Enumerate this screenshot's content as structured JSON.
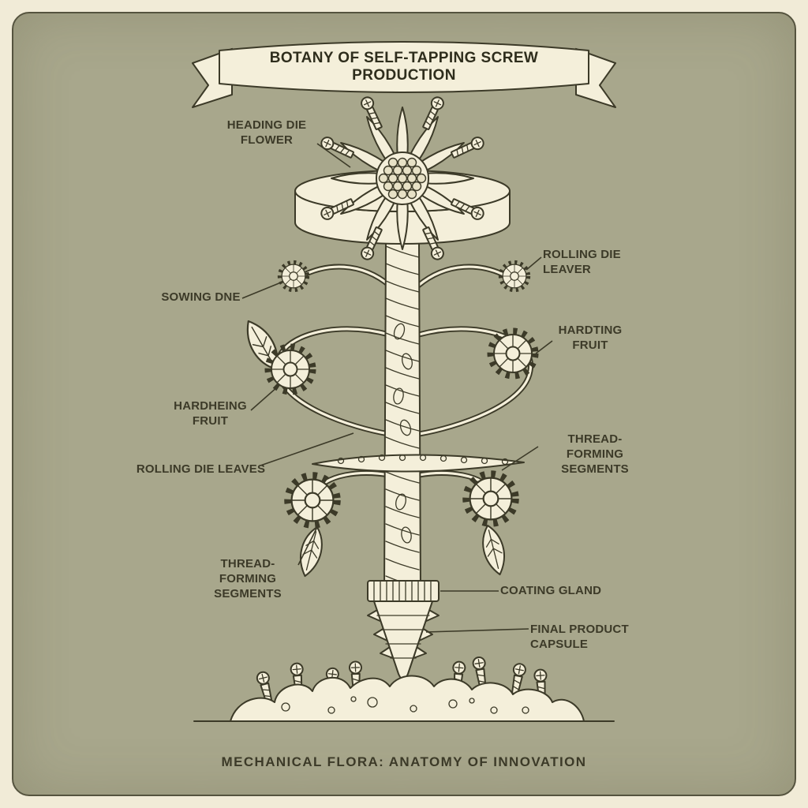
{
  "colors": {
    "bg": "#f1ebd7",
    "panel": "#a8a78c",
    "ink": "#3c3a28",
    "cream": "#f4efda"
  },
  "banner": {
    "title": "BOTANY OF SELF-TAPPING SCREW PRODUCTION"
  },
  "caption": "MECHANICAL FLORA: ANATOMY OF INNOVATION",
  "labels": {
    "heading_die_flower": "HEADING DIE FLOWER",
    "rolling_die_leaver": "ROLLING DIE LEAVER",
    "sowing_dne": "SOWING DNE",
    "hardting_fruit": "HARDTING FRUIT",
    "hardheing_fruit": "HARDHEING FRUIT",
    "rolling_die_leaves": "ROLLING DIE LEAVES",
    "thread_forming_segments_right": "THREAD-FORMING SEGMENTS",
    "thread_forming_segments_left": "THREAD-FORMING SEGMENTS",
    "coating_gland": "COATING GLAND",
    "final_product_capsule": "FINAL PRODUCT CAPSULE"
  }
}
